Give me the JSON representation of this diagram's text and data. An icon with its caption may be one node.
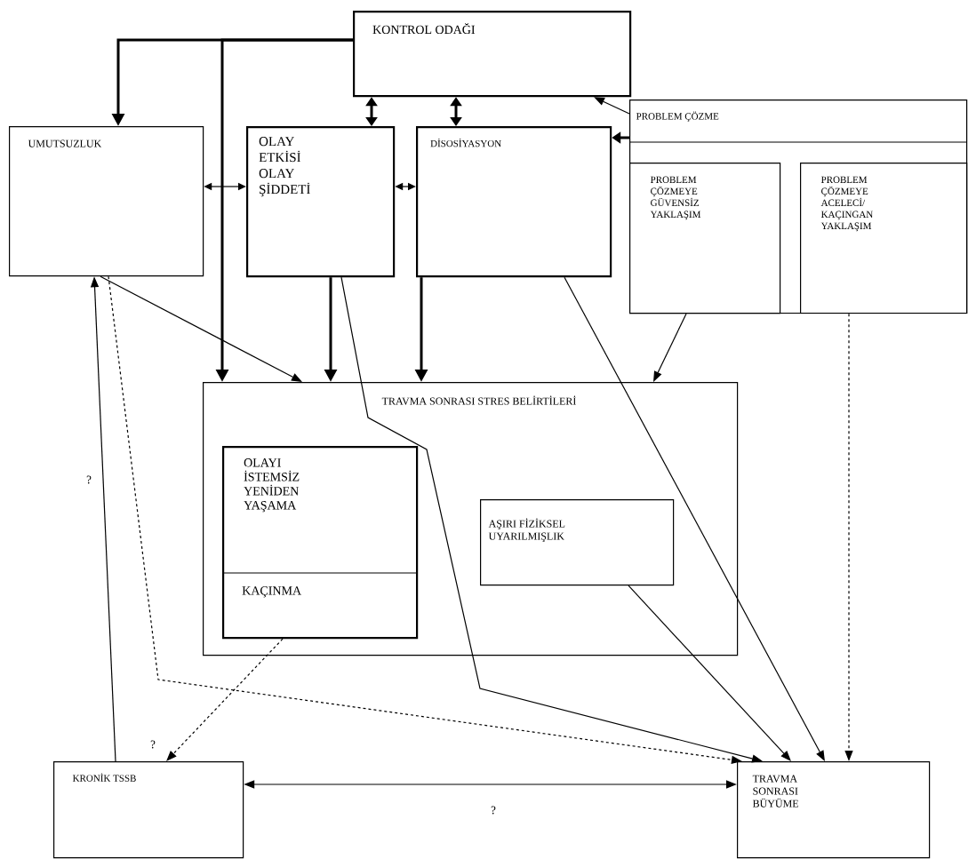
{
  "diagram": {
    "nodes": [
      {
        "text": [
          "KONTROL ODAĞI"
        ]
      },
      {
        "text": [
          "UMUTSUZLUK"
        ]
      },
      {
        "text": [
          "OLAY ETKİSİ OLAY ŞİDDETİ"
        ]
      },
      {
        "text": [
          "DİSOSİYASYON"
        ]
      },
      {
        "text": [
          "PROBLEM ÇÖZME"
        ]
      },
      {
        "text": [
          "PROBLEM ÇÖZMEYE GÜVENSİZ YAKLAŞIM"
        ],
        "in": 4
      },
      {
        "text": [
          "PROBLEM ÇÖZMEYE ACELECİ/ KAÇINGAN YAKLAŞIM"
        ],
        "in": 4
      },
      {
        "text": [
          "TRAVMA SONRASI STRES BELİRTİLERİ"
        ]
      },
      {
        "text": [
          "OLAYI İSTEMSİZ YENİDEN YAŞAMA",
          "KAÇINMA"
        ],
        "in": 7
      },
      {
        "text": [
          "AŞIRI FİZİKSEL UYARILMIŞLIK"
        ],
        "in": 7
      },
      {
        "text": [
          "KRONİK TSSB"
        ]
      },
      {
        "text": [
          "TRAVMA SONRASI BÜYÜME"
        ]
      }
    ],
    "edges": [
      {
        "from": 0,
        "to": 1,
        "arrow": "to",
        "style": "thick"
      },
      {
        "from": 0,
        "to": 7,
        "arrow": "to",
        "style": "thick"
      },
      {
        "from": 0,
        "to": 2,
        "arrow": "both",
        "style": "thick"
      },
      {
        "from": 0,
        "to": 3,
        "arrow": "both",
        "style": "thick"
      },
      {
        "from": 4,
        "to": 0,
        "arrow": "to"
      },
      {
        "from": 4,
        "to": 3,
        "arrow": "to",
        "style": "thick"
      },
      {
        "from": 1,
        "to": 2,
        "arrow": "both"
      },
      {
        "from": 2,
        "to": 3,
        "arrow": "both"
      },
      {
        "from": 1,
        "to": 7,
        "arrow": "to"
      },
      {
        "from": 2,
        "to": 7,
        "arrow": "to",
        "style": "thick"
      },
      {
        "from": 3,
        "to": 7,
        "arrow": "to",
        "style": "thick"
      },
      {
        "from": 5,
        "to": 7,
        "arrow": "to"
      },
      {
        "from": 2,
        "to": 11,
        "arrow": "to"
      },
      {
        "from": 3,
        "to": 11,
        "arrow": "to"
      },
      {
        "from": 9,
        "to": 11,
        "arrow": "to"
      },
      {
        "from": 6,
        "to": 11,
        "arrow": "to",
        "style": "dashed"
      },
      {
        "from": 1,
        "to": 11,
        "arrow": "to",
        "style": "dashed"
      },
      {
        "from": 10,
        "to": 1,
        "arrow": "to",
        "label": "?"
      },
      {
        "from": 8,
        "to": 10,
        "arrow": "to",
        "style": "dashed",
        "label": "?"
      },
      {
        "from": 10,
        "to": 11,
        "arrow": "both",
        "label": "?"
      }
    ]
  }
}
